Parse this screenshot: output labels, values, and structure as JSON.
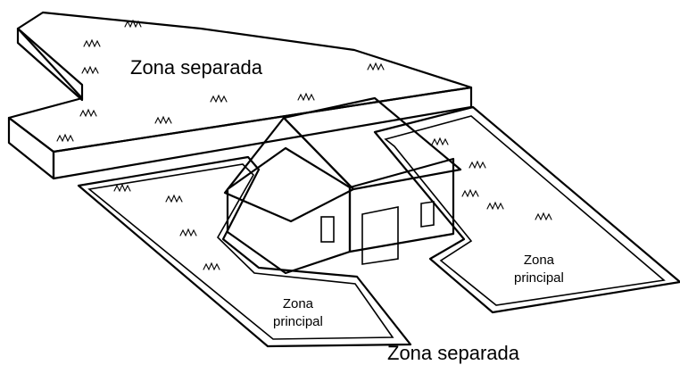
{
  "labels": {
    "separated_top": "Zona separada",
    "separated_bottom": "Zona separada",
    "principal_left": [
      "Zona",
      "principal"
    ],
    "principal_right": [
      "Zona",
      "principal"
    ]
  },
  "colors": {
    "line": "#000000",
    "fill": "#ffffff"
  },
  "icons": {
    "grass": "grass-tuft-icon",
    "house": "house-icon"
  }
}
